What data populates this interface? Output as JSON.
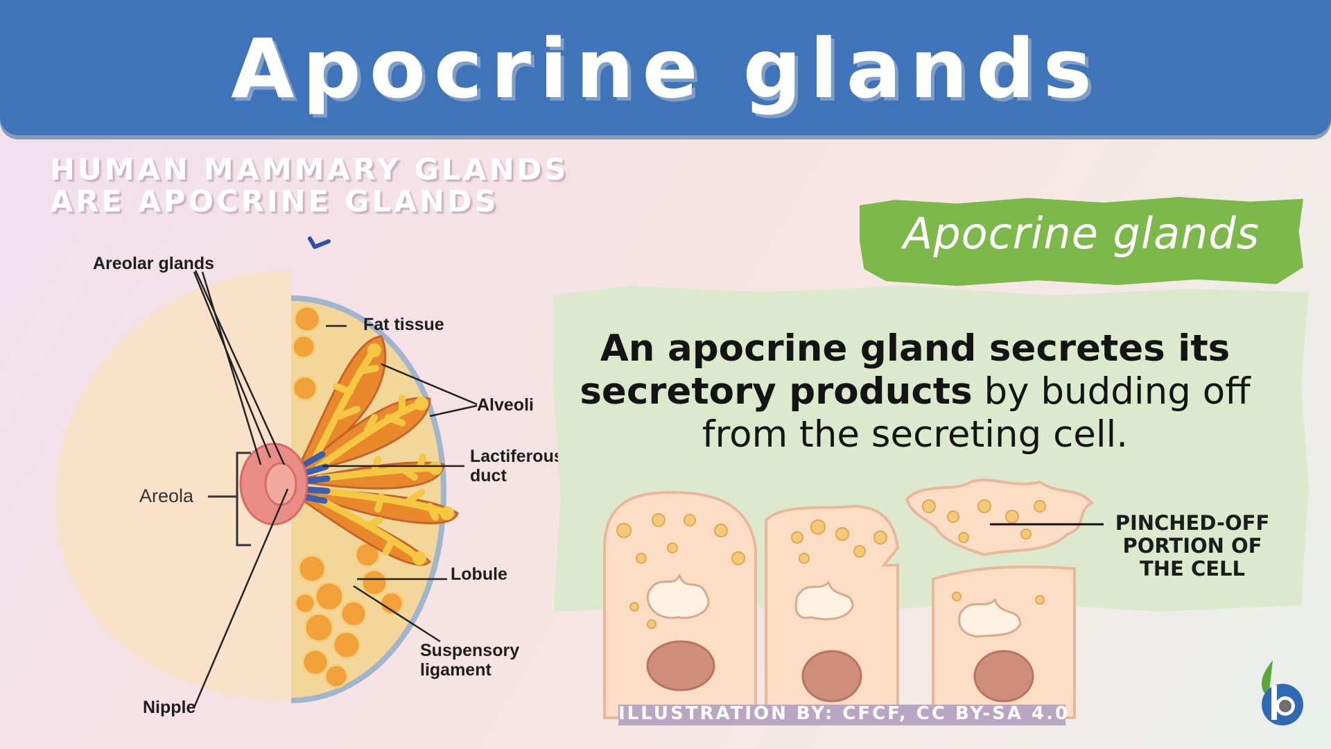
{
  "header": {
    "title": "Apocrine glands"
  },
  "subtitle": {
    "line1": "HUMAN MAMMARY GLANDS",
    "line2": "ARE APOCRINE GLANDS"
  },
  "breast_labels": {
    "areolar_glands": "Areolar glands",
    "fat_tissue": "Fat tissue",
    "alveoli": "Alveoli",
    "lactiferous_line1": "Lactiferous",
    "lactiferous_line2": "duct",
    "areola": "Areola",
    "lobule": "Lobule",
    "suspensory_line1": "Suspensory",
    "suspensory_line2": "ligament",
    "nipple": "Nipple"
  },
  "note": {
    "label": "Apocrine glands",
    "definition_line1_bold": "An apocrine gland secretes its",
    "definition_line2_bold": "secretory products",
    "definition_line2_rest": " by budding off",
    "definition_line3": "from the secreting cell."
  },
  "cell_labels": {
    "line1": "PINCHED-OFF",
    "line2": "PORTION OF",
    "line3": "THE CELL"
  },
  "credit": "ILLUSTRATION BY: CFCF, CC BY-SA 4.0",
  "colors": {
    "header_blue": "#3f74bb",
    "label_green": "#7cb94a",
    "note_green": "#dce9cd",
    "skin": "#f9e2c9",
    "lobe_orange": "#e9892b",
    "duct_yellow": "#f4c842",
    "areola_pink": "#ea8d86"
  }
}
